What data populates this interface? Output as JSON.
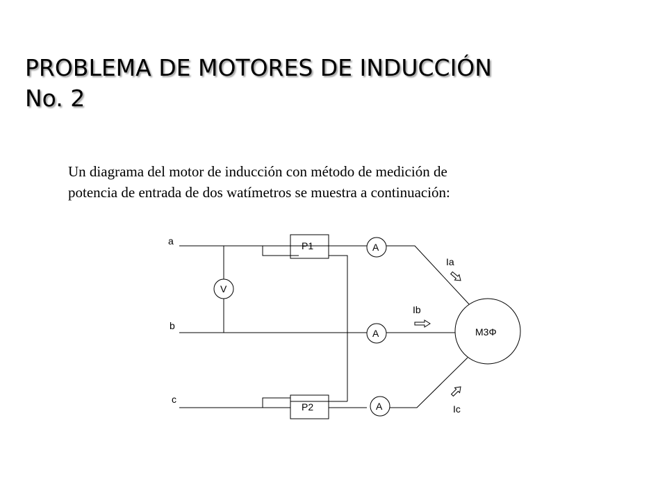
{
  "title": {
    "line1": "PROBLEMA DE MOTORES DE INDUCCIÓN",
    "line2": "No. 2"
  },
  "description": {
    "line1": "Un diagrama del motor de inducción con método de medición de",
    "line2": "potencia de entrada de dos watímetros se muestra a continuación:"
  },
  "diagram": {
    "lines": [
      "a",
      "b",
      "c"
    ],
    "voltmeter": "V",
    "wattmeters": [
      "P1",
      "P2"
    ],
    "ammeters": [
      "A",
      "A",
      "A"
    ],
    "currents": [
      "Ia",
      "Ib",
      "Ic"
    ],
    "motor": "M3Φ"
  }
}
